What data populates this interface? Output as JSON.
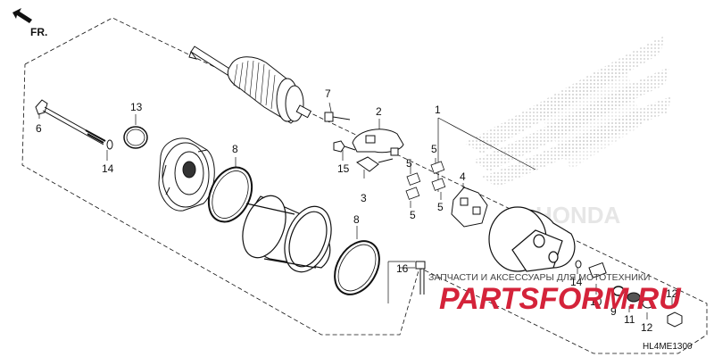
{
  "diagram": {
    "direction_label": "FR.",
    "diagram_code": "HL4ME1300",
    "part_numbers": {
      "p1": "1",
      "p2": "2",
      "p3": "3",
      "p4": "4",
      "p5a": "5",
      "p5b": "5",
      "p5c": "5",
      "p5d": "5",
      "p6": "6",
      "p7": "7",
      "p8a": "8",
      "p8b": "8",
      "p9": "9",
      "p10": "10",
      "p11": "11",
      "p12a": "12",
      "p12b": "12",
      "p13": "13",
      "p14a": "14",
      "p14b": "14",
      "p15": "15",
      "p16": "16"
    }
  },
  "watermark": {
    "caption": "ЗАПЧАСТИ И АКСЕССУАРЫ ДЛЯ МОТОТЕХНИКИ",
    "logo": "PARTSFORM.RU",
    "brand": "HONDA"
  },
  "colors": {
    "line": "#111111",
    "watermark_red": "#d4233a",
    "watermark_grey": "#cccccc"
  }
}
